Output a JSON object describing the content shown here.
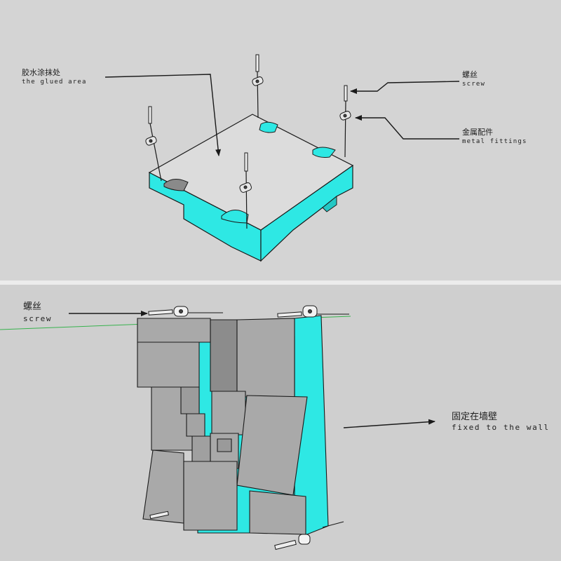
{
  "colors": {
    "panel_side": "#2ee8e4",
    "panel_top": "#dcdcdc",
    "tile_gray": "#a9a9a9",
    "tile_dark": "#8e8e8e",
    "outline": "#1a1a1a",
    "wall_line": "#37b24d",
    "background": "#d2d2d2"
  },
  "top_diagram": {
    "glued_area": {
      "zh": "胶水涂抹处",
      "en": "the glued area"
    },
    "screw": {
      "zh": "螺丝",
      "en": "screw"
    },
    "metal_fittings": {
      "zh": "金属配件",
      "en": "metal fittings"
    }
  },
  "bottom_diagram": {
    "screw": {
      "zh": "螺丝",
      "en": "screw"
    },
    "fixed_to_wall": {
      "zh": "固定在墙壁",
      "en": "fixed to the wall"
    }
  }
}
